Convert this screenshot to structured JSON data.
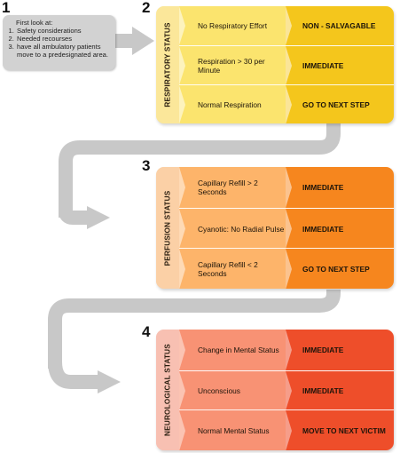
{
  "steps": {
    "one": "1",
    "two": "2",
    "three": "3",
    "four": "4"
  },
  "intro": {
    "heading": "First look at:",
    "items": [
      "Safety considerations",
      "Needed recourses",
      "have all ambulatory patients move to a predesignated area."
    ]
  },
  "respiratory": {
    "label": "RESPIRATORY STATUS",
    "rows": [
      {
        "condition": "No Respiratory Effort",
        "action": "NON - SALVAGABLE"
      },
      {
        "condition": "Respiration > 30 per Minute",
        "action": "IMMEDIATE"
      },
      {
        "condition": "Normal Respiration",
        "action": "GO TO NEXT STEP"
      }
    ]
  },
  "perfusion": {
    "label": "PERFUSION STATUS",
    "rows": [
      {
        "condition": "Capillary Refill > 2 Seconds",
        "action": "IMMEDIATE"
      },
      {
        "condition": "Cyanotic: No Radial Pulse",
        "action": "IMMEDIATE"
      },
      {
        "condition": "Capillary Refill < 2 Seconds",
        "action": "GO TO NEXT STEP"
      }
    ]
  },
  "neurological": {
    "label": "NEUROLOGICAL STATUS",
    "rows": [
      {
        "condition": "Change in Mental Status",
        "action": "IMMEDIATE"
      },
      {
        "condition": "Unconscious",
        "action": "IMMEDIATE"
      },
      {
        "condition": "Normal Mental Status",
        "action": "MOVE TO NEXT VICTIM"
      }
    ]
  },
  "colors": {
    "respiratory_panel": "#fbe79a",
    "respiratory_left": "#fbe46e",
    "respiratory_right": "#f4c61c",
    "perfusion_panel": "#fbd0a6",
    "perfusion_left": "#fdb46a",
    "perfusion_right": "#f6861e",
    "neurological_panel": "#f8c0b2",
    "neurological_left": "#f89274",
    "neurological_right": "#ee4e2a",
    "arrow": "#c8c8c8"
  }
}
